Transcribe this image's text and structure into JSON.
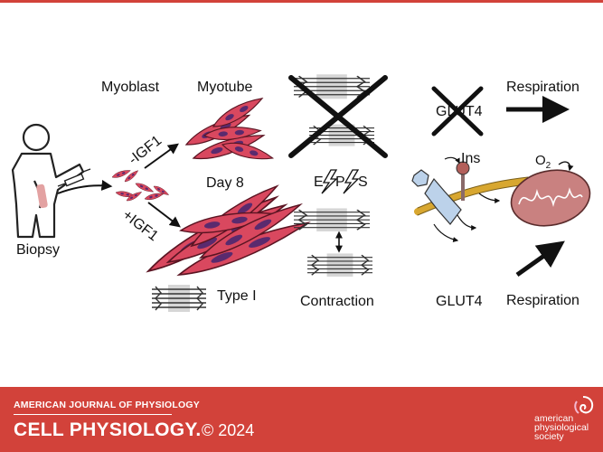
{
  "labels": {
    "biopsy": "Biopsy",
    "myoblast": "Myoblast",
    "myotube": "Myotube",
    "minus_igf1": "-IGF1",
    "plus_igf1": "+IGF1",
    "day8": "Day 8",
    "type1": "Type I",
    "eps": [
      "E",
      "P",
      "S"
    ],
    "contraction": "Contraction",
    "glut4_top": "GLUT4",
    "glut4_bottom": "GLUT4",
    "ins": "Ins",
    "o2": "O",
    "o2_sub": "2",
    "respiration_top": "Respiration",
    "respiration_bottom": "Respiration"
  },
  "footer": {
    "journal": "AMERICAN JOURNAL OF PHYSIOLOGY",
    "title": "CELL PHYSIOLOGY.",
    "copyright": "© 2024",
    "society_line1": "american",
    "society_line2": "physiological",
    "society_line3": "society"
  },
  "colors": {
    "brand_red": "#d2423a",
    "muscle_pink": "#d9485f",
    "nucleus_purple": "#5a2a6e",
    "membrane_yellow": "#d8a730",
    "transporter_blue": "#bcd2ea",
    "mito_pink": "#c98180"
  },
  "icons": [
    "person-icon",
    "syringe-icon",
    "sarcomere-icon",
    "lightning-icon",
    "mitochondrion-icon",
    "insulin-receptor-icon",
    "cross-icon",
    "aps-logo-icon"
  ]
}
